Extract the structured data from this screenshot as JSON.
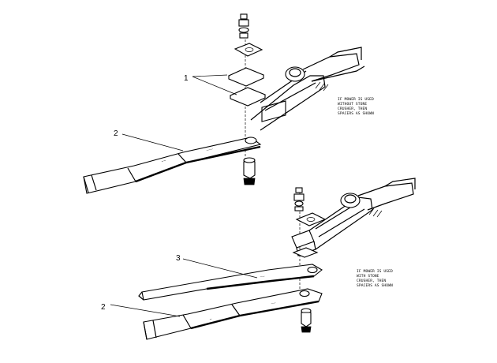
{
  "callouts": {
    "spacers": "1",
    "blade_upper": "2",
    "blade_inner": "3",
    "blade_lower": "2"
  },
  "notes": {
    "upper": [
      "IF MOWER IS USED",
      "WITHOUT STONE",
      "CRUSHER, THEN",
      "SPACERS AS SHOWN"
    ],
    "lower": [
      "IF MOWER IS USED",
      "WITH STONE",
      "CRUSHER, THEN",
      "SPACERS AS SHOWN"
    ]
  }
}
